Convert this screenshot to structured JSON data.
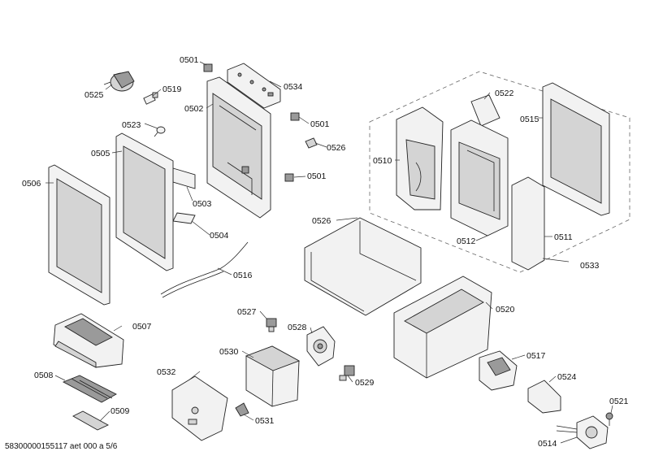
{
  "labels": {
    "p0501a": "0501",
    "p0501b": "0501",
    "p0501c": "0501",
    "p0502": "0502",
    "p0503": "0503",
    "p0504": "0504",
    "p0505": "0505",
    "p0506": "0506",
    "p0507": "0507",
    "p0508": "0508",
    "p0509": "0509",
    "p0510": "0510",
    "p0511": "0511",
    "p0512": "0512",
    "p0514": "0514",
    "p0515": "0515",
    "p0516": "0516",
    "p0517": "0517",
    "p0519": "0519",
    "p0520": "0520",
    "p0521": "0521",
    "p0522": "0522",
    "p0523": "0523",
    "p0524": "0524",
    "p0525": "0525",
    "p0526a": "0526",
    "p0526b": "0526",
    "p0527": "0527",
    "p0528": "0528",
    "p0529": "0529",
    "p0530": "0530",
    "p0531": "0531",
    "p0532": "0532",
    "p0533": "0533",
    "p0534": "0534"
  },
  "footer": "58300000155117 aet 000 a 5/6"
}
